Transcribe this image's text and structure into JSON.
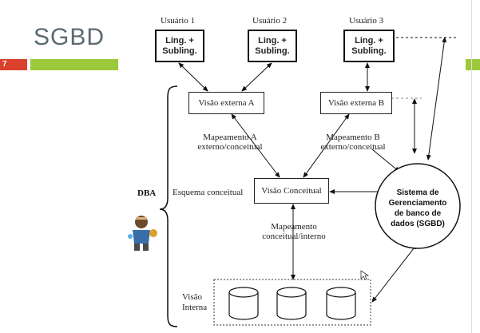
{
  "slide": {
    "title": "SGBD",
    "page_number": "7"
  },
  "users": [
    {
      "label": "Usuário 1",
      "box": "Ling. +\nSubling."
    },
    {
      "label": "Usuário 2",
      "box": "Ling. +\nSubling."
    },
    {
      "label": "Usuário 3",
      "box": "Ling. +\nSubling."
    }
  ],
  "views": {
    "external_a": "Visão externa A",
    "external_b": "Visão externa B",
    "conceptual": "Visão Conceitual"
  },
  "mappings": {
    "a": "Mapeamento A\nexterno/conceitual",
    "b": "Mapeamento B\nexterno/conceitual",
    "internal": "Mapeamento\nconceitual/interno"
  },
  "labels": {
    "schema": "Esquema conceitual",
    "internal_view": "Visão\nInterna",
    "dba": "DBA"
  },
  "sgbd": "Sistema de\nGerenciamento\nde banco de\ndados (SGBD)"
}
